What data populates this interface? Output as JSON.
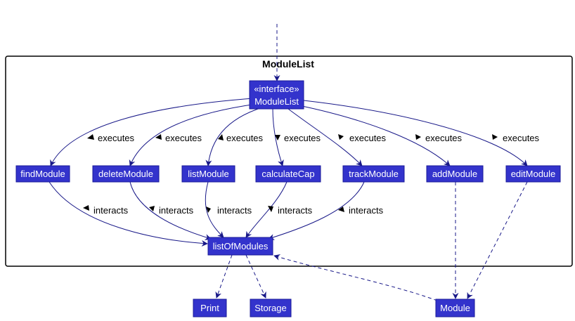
{
  "package": {
    "title": "ModuleList"
  },
  "interface_node": {
    "stereotype": "«interface»",
    "name": "ModuleList"
  },
  "commands": [
    {
      "id": "find",
      "label": "findModule",
      "edge_label": "executes",
      "interacts_label": "interacts"
    },
    {
      "id": "delete",
      "label": "deleteModule",
      "edge_label": "executes",
      "interacts_label": "interacts"
    },
    {
      "id": "list",
      "label": "listModule",
      "edge_label": "executes",
      "interacts_label": "interacts"
    },
    {
      "id": "cap",
      "label": "calculateCap",
      "edge_label": "executes",
      "interacts_label": "interacts"
    },
    {
      "id": "track",
      "label": "trackModule",
      "edge_label": "executes",
      "interacts_label": "interacts"
    },
    {
      "id": "add",
      "label": "addModule",
      "edge_label": "executes"
    },
    {
      "id": "edit",
      "label": "editModule",
      "edge_label": "executes"
    }
  ],
  "list_node": {
    "label": "listOfModules"
  },
  "external_nodes": [
    {
      "id": "print",
      "label": "Print"
    },
    {
      "id": "storage",
      "label": "Storage"
    },
    {
      "id": "module",
      "label": "Module"
    }
  ],
  "colors": {
    "node_fill": "#3333cc",
    "node_text": "#ffffff",
    "edge": "#181888",
    "frame": "#000000"
  }
}
